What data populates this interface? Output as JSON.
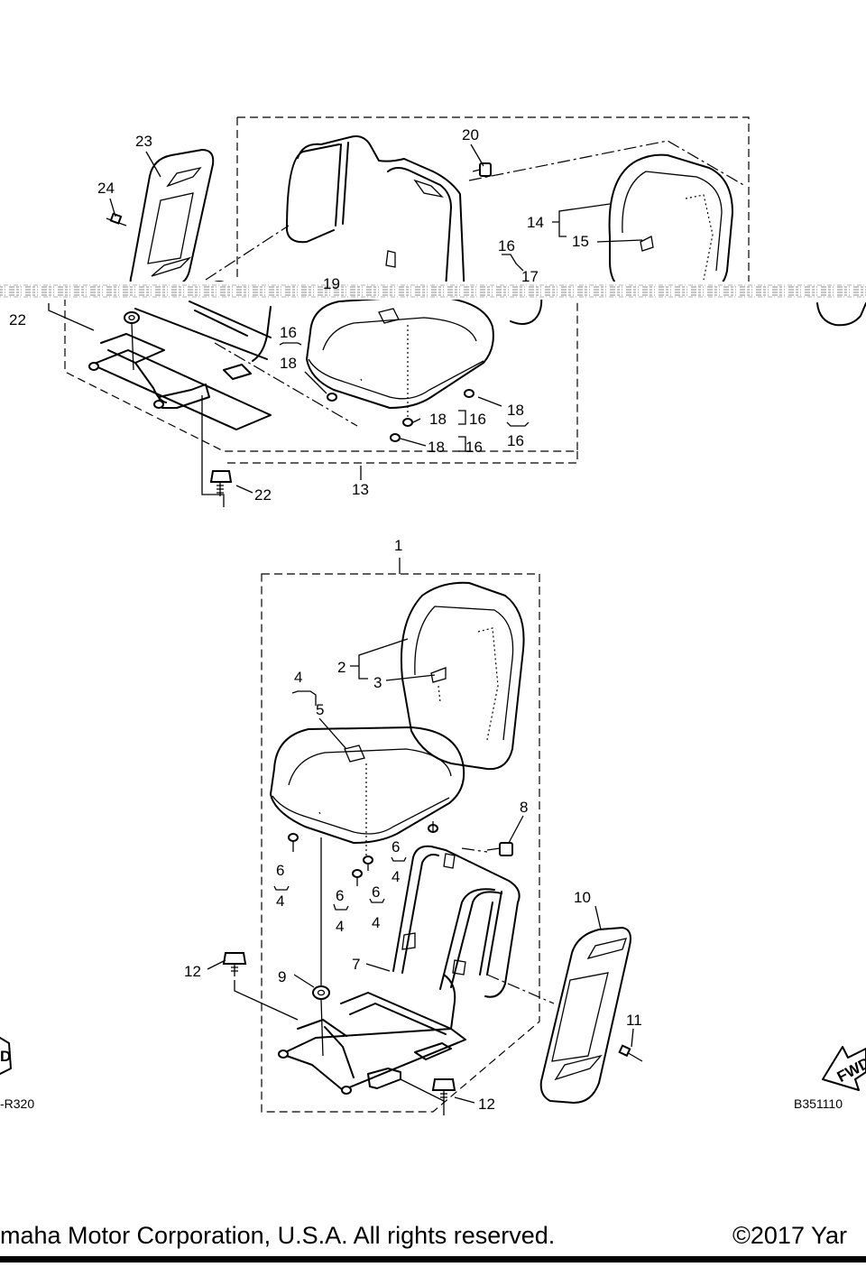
{
  "diagram": {
    "labels": [
      {
        "id": "1",
        "text": "1"
      },
      {
        "id": "2",
        "text": "2"
      },
      {
        "id": "3",
        "text": "3"
      },
      {
        "id": "4a",
        "text": "4"
      },
      {
        "id": "5",
        "text": "5"
      },
      {
        "id": "6a",
        "text": "6"
      },
      {
        "id": "4b",
        "text": "4"
      },
      {
        "id": "6b",
        "text": "6"
      },
      {
        "id": "4c",
        "text": "4"
      },
      {
        "id": "6c",
        "text": "6"
      },
      {
        "id": "4d",
        "text": "4"
      },
      {
        "id": "6d",
        "text": "6"
      },
      {
        "id": "4e",
        "text": "4"
      },
      {
        "id": "7",
        "text": "7"
      },
      {
        "id": "8",
        "text": "8"
      },
      {
        "id": "9",
        "text": "9"
      },
      {
        "id": "10",
        "text": "10"
      },
      {
        "id": "11",
        "text": "11"
      },
      {
        "id": "12a",
        "text": "12"
      },
      {
        "id": "12b",
        "text": "12"
      },
      {
        "id": "13",
        "text": "13"
      },
      {
        "id": "14",
        "text": "14"
      },
      {
        "id": "15",
        "text": "15"
      },
      {
        "id": "16a",
        "text": "16"
      },
      {
        "id": "17",
        "text": "17"
      },
      {
        "id": "16b",
        "text": "16"
      },
      {
        "id": "18a",
        "text": "18"
      },
      {
        "id": "18b",
        "text": "18"
      },
      {
        "id": "16c",
        "text": "16"
      },
      {
        "id": "18c",
        "text": "18"
      },
      {
        "id": "16d",
        "text": "16"
      },
      {
        "id": "18d",
        "text": "18"
      },
      {
        "id": "16e",
        "text": "16"
      },
      {
        "id": "19",
        "text": "19"
      },
      {
        "id": "20",
        "text": "20"
      },
      {
        "id": "22a",
        "text": "22"
      },
      {
        "id": "22b",
        "text": "22"
      },
      {
        "id": "23",
        "text": "23"
      },
      {
        "id": "24",
        "text": "24"
      }
    ],
    "codes": {
      "left": "-R320",
      "right": "B351110"
    },
    "fwd_label": "FWD",
    "fwd_partial_left": "D",
    "footer": {
      "left": "maha Motor Corporation, U.S.A. All rights reserved.",
      "right": "©2017 Yar"
    }
  }
}
